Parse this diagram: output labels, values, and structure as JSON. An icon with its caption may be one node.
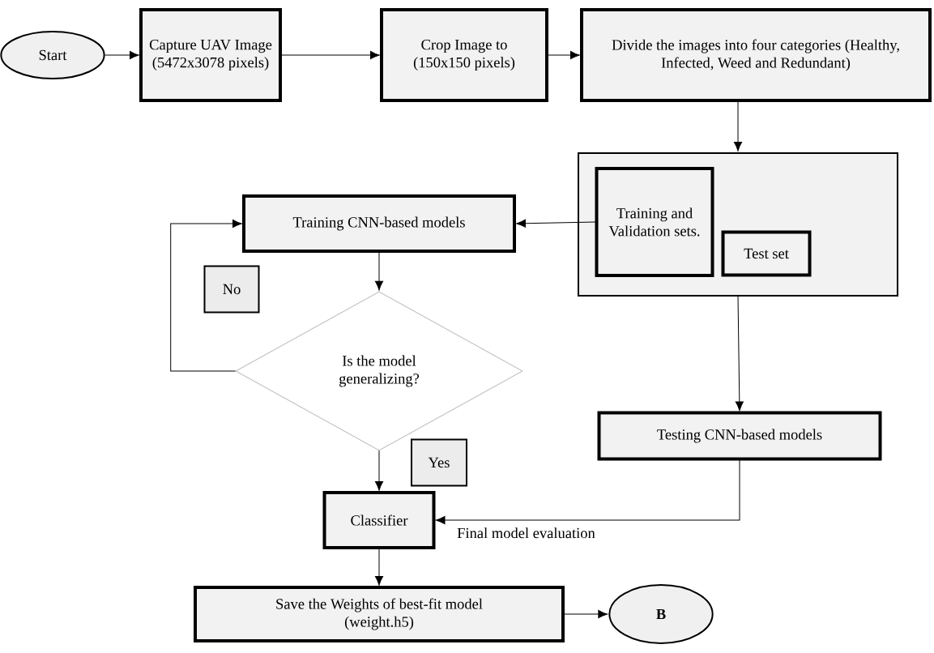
{
  "diagram": {
    "nodes": [
      {
        "text": [
          "Start"
        ]
      },
      {
        "text": [
          "Capture UAV Image (5472x3078 pixels)"
        ]
      },
      {
        "text": [
          "Crop Image to (150x150 pixels)"
        ]
      },
      {
        "text": [
          "Divide the images into four categories (Healthy, Infected, Weed and Redundant)"
        ]
      },
      {
        "text": [],
        "shape": "box"
      },
      {
        "text": [
          "Training and Validation sets."
        ],
        "in": 4
      },
      {
        "text": [
          "Test set"
        ],
        "in": 4
      },
      {
        "text": [
          "Training CNN-based models"
        ]
      },
      {
        "text": [
          "No"
        ]
      },
      {
        "text": [
          "Is the model generalizing?"
        ]
      },
      {
        "text": [
          "Testing CNN-based models"
        ]
      },
      {
        "text": [
          "Yes"
        ]
      },
      {
        "text": [
          "Classifier"
        ]
      },
      {
        "text": [
          "Save the Weights of best-fit model (weight.h5)"
        ]
      },
      {
        "text": [
          "B"
        ]
      }
    ],
    "edges": [
      {
        "from": 0,
        "to": 1,
        "arrow": "to"
      },
      {
        "from": 1,
        "to": 2,
        "arrow": "to"
      },
      {
        "from": 2,
        "to": 3,
        "arrow": "to"
      },
      {
        "from": 3,
        "to": 4,
        "arrow": "to"
      },
      {
        "from": 5,
        "to": 7,
        "arrow": "to"
      },
      {
        "from": 7,
        "to": 9,
        "arrow": "to"
      },
      {
        "from": 9,
        "to": 7,
        "arrow": "to"
      },
      {
        "from": 9,
        "to": 12,
        "arrow": "to"
      },
      {
        "from": 4,
        "to": 10,
        "arrow": "to"
      },
      {
        "from": 10,
        "to": 12,
        "arrow": "to",
        "label": "Final model evaluation"
      },
      {
        "from": 12,
        "to": 13,
        "arrow": "to"
      },
      {
        "from": 13,
        "to": 14,
        "arrow": "to"
      }
    ]
  }
}
